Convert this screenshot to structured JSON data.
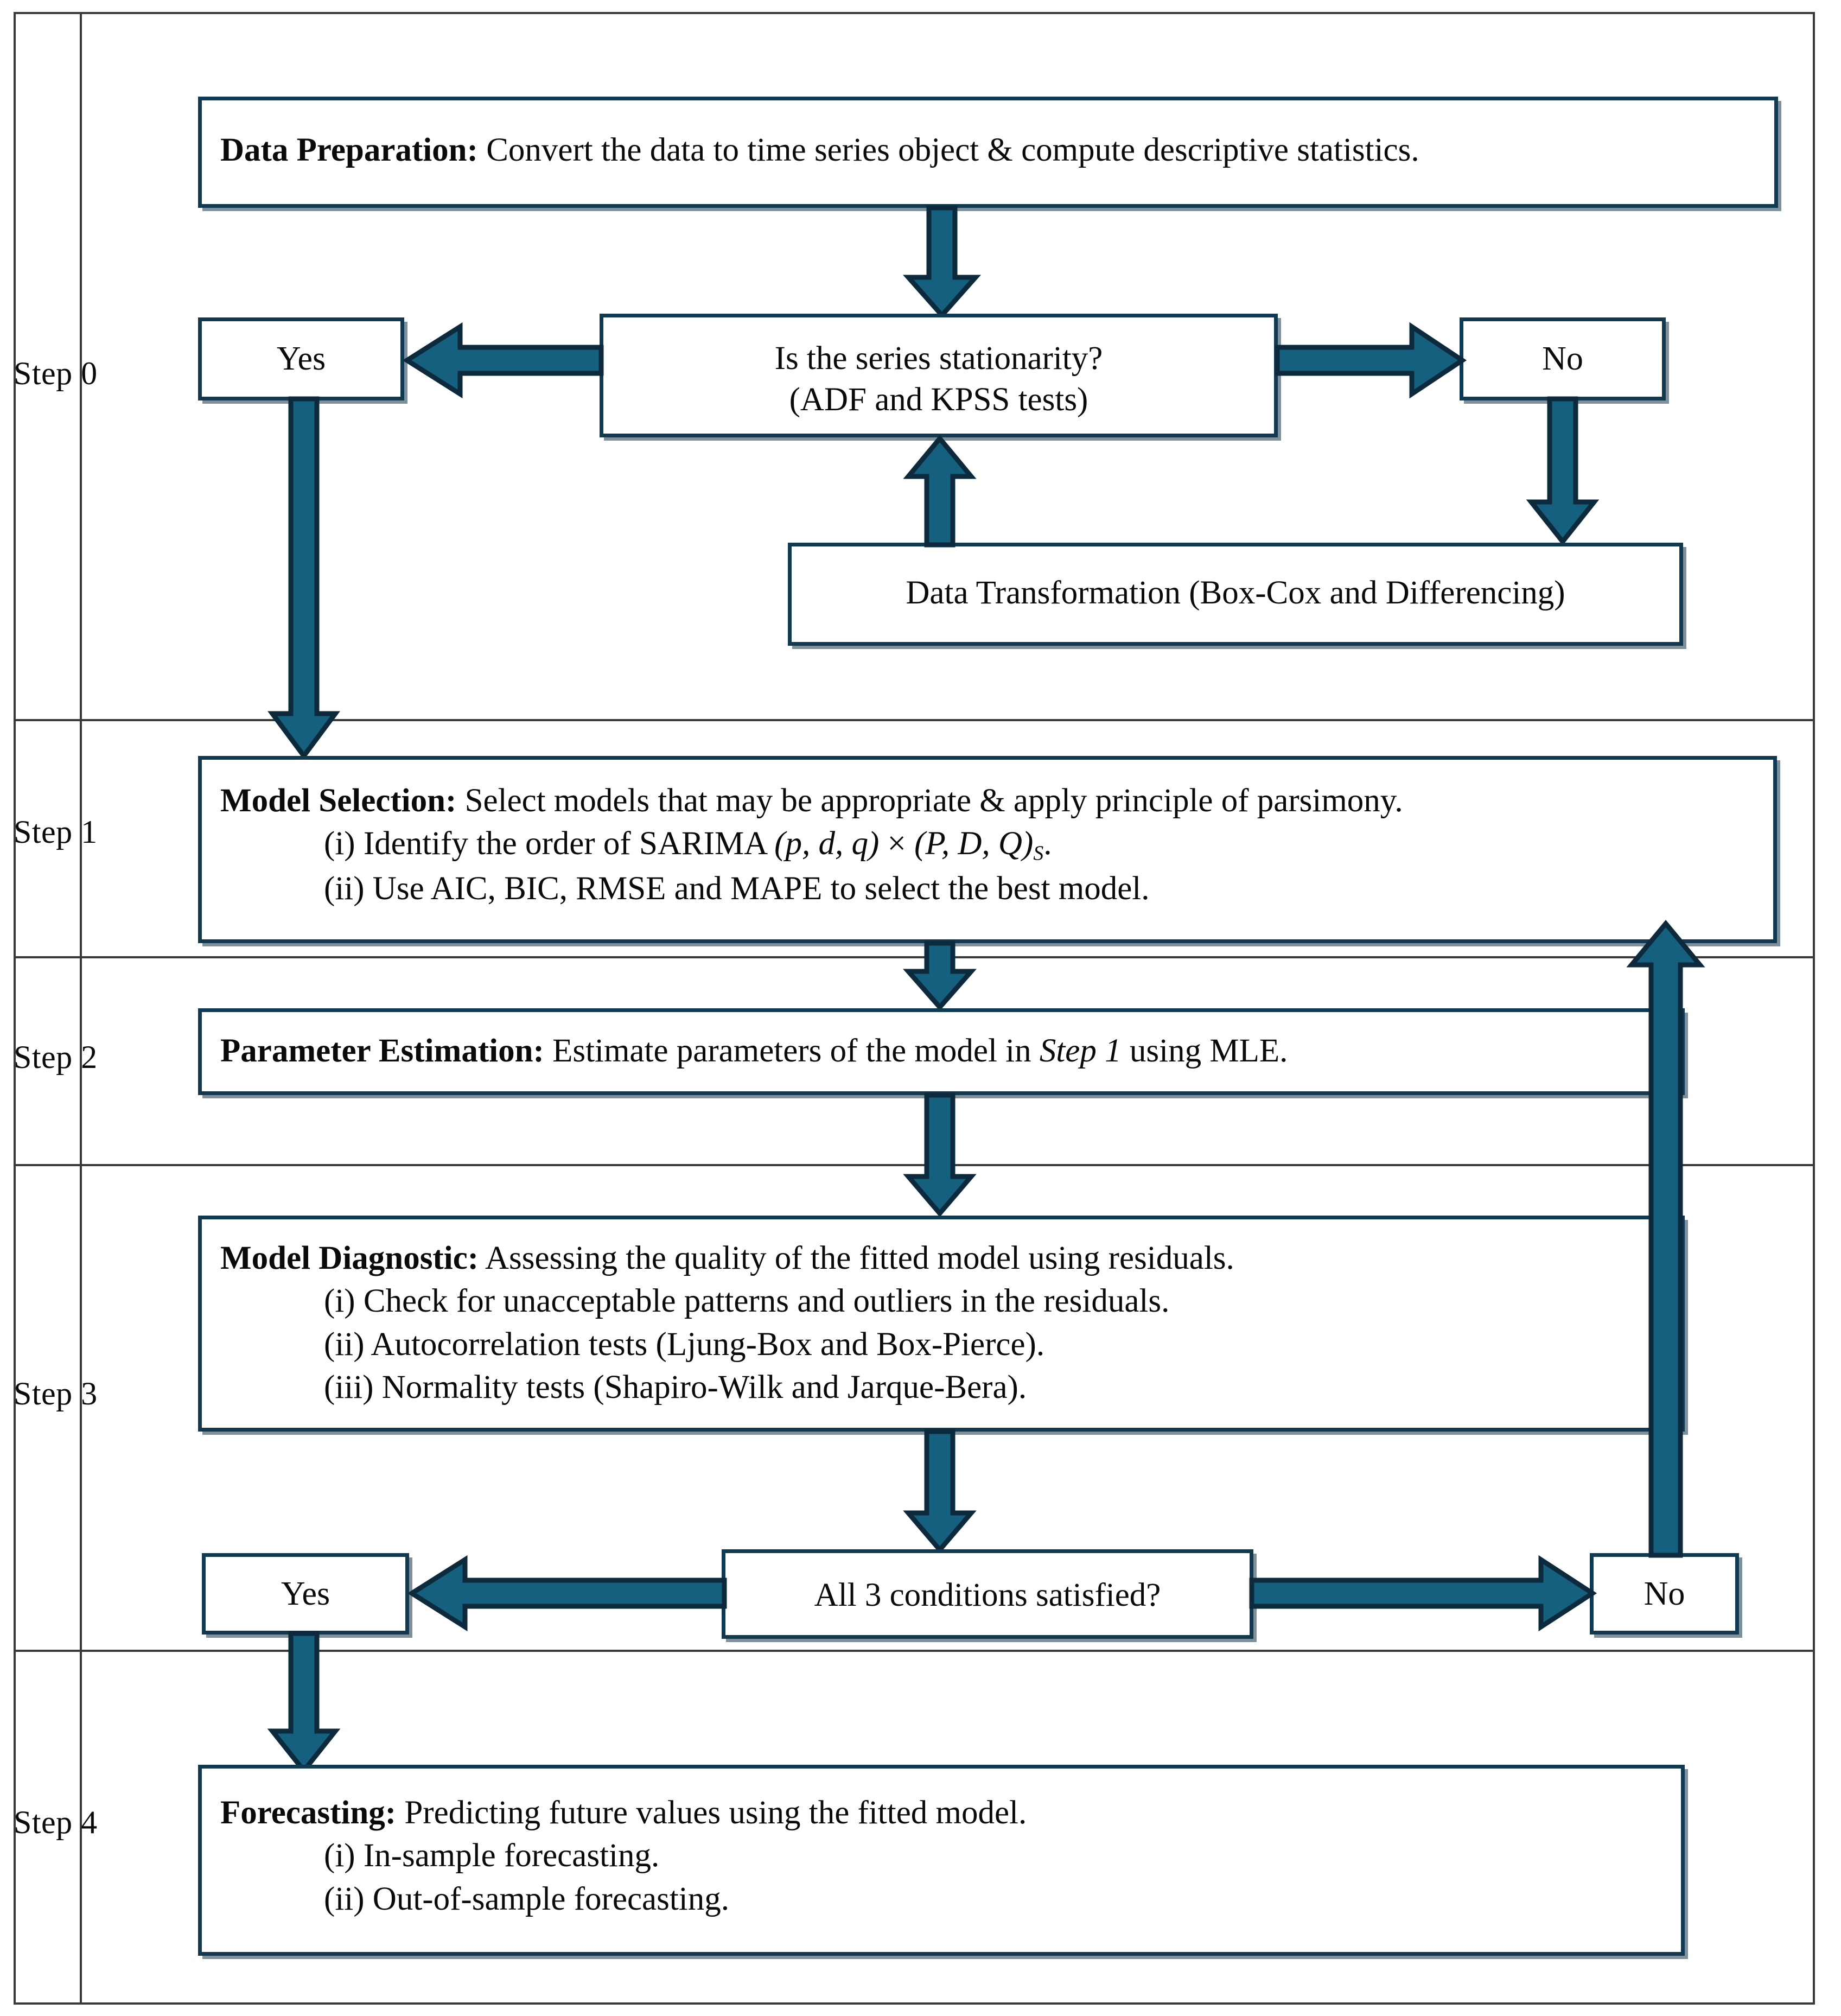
{
  "theme": {
    "arrow_fill": "#15607f",
    "arrow_stroke": "#0d2a3d",
    "box_border": "#11394f",
    "grid_line": "#3a3a3a",
    "text": "#0a0a0a",
    "background": "#ffffff"
  },
  "steps": [
    {
      "label": "Step 0"
    },
    {
      "label": "Step 1"
    },
    {
      "label": "Step 2"
    },
    {
      "label": "Step 3"
    },
    {
      "label": "Step 4"
    }
  ],
  "step0": {
    "data_preparation": {
      "title": "Data Preparation:",
      "body": " Convert the data to time series object & compute descriptive statistics."
    },
    "decision": {
      "line1": "Is the series stationarity?",
      "line2": "(ADF and KPSS tests)"
    },
    "yes_label": "Yes",
    "no_label": "No",
    "transformation": "Data Transformation (Box-Cox and Differencing)"
  },
  "step1": {
    "title": "Model Selection:",
    "body": " Select models that may be appropriate & apply principle of parsimony.",
    "items": [
      {
        "marker": "(i)",
        "text_a": " Identify the order of SARIMA ",
        "math_a": "(p, d, q)",
        "times": " × ",
        "math_b": "(P, D, Q)",
        "sub": "S",
        "tail": "."
      },
      {
        "marker": "(ii)",
        "text_a": " Use AIC, BIC, RMSE and MAPE to select the best model.",
        "math_a": "",
        "times": "",
        "math_b": "",
        "sub": "",
        "tail": ""
      }
    ]
  },
  "step2": {
    "title": "Parameter Estimation:",
    "body_a": " Estimate parameters of the model in ",
    "emph": "Step 1",
    "body_b": " using MLE."
  },
  "step3": {
    "title": "Model Diagnostic:",
    "body": " Assessing the quality of the fitted model using residuals.",
    "items": [
      "(i) Check for unacceptable patterns and outliers in the residuals.",
      "(ii) Autocorrelation tests (Ljung-Box and Box-Pierce).",
      "(iii) Normality tests (Shapiro-Wilk and Jarque-Bera)."
    ],
    "decision": "All 3 conditions satisfied?",
    "yes_label": "Yes",
    "no_label": "No"
  },
  "step4": {
    "title": "Forecasting:",
    "body": " Predicting future values using the fitted model.",
    "items": [
      "(i) In-sample forecasting.",
      "(ii) Out-of-sample forecasting."
    ]
  },
  "connectors": [
    {
      "name": "prep-to-stationarity",
      "direction": "down"
    },
    {
      "name": "stationarity-to-yes",
      "direction": "left"
    },
    {
      "name": "stationarity-to-no",
      "direction": "right"
    },
    {
      "name": "no-to-transformation",
      "direction": "down"
    },
    {
      "name": "transformation-to-stationarity",
      "direction": "up"
    },
    {
      "name": "yes-to-model-selection",
      "direction": "down"
    },
    {
      "name": "model-selection-to-parameter-estimation",
      "direction": "down"
    },
    {
      "name": "parameter-estimation-to-model-diagnostic",
      "direction": "down"
    },
    {
      "name": "model-diagnostic-to-conditions",
      "direction": "down"
    },
    {
      "name": "conditions-to-yes",
      "direction": "left"
    },
    {
      "name": "conditions-to-no",
      "direction": "right"
    },
    {
      "name": "no-back-to-model-selection",
      "direction": "up"
    },
    {
      "name": "yes-to-forecasting",
      "direction": "down"
    }
  ]
}
